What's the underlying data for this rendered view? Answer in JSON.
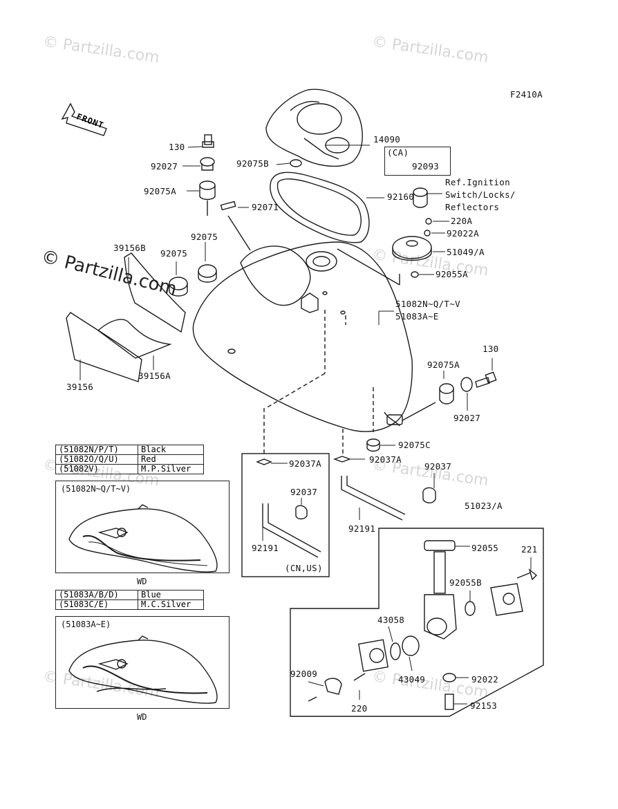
{
  "diagram_id": "F2410A",
  "front_label": "FRONT",
  "watermarks": {
    "faint": "© Partzilla.com",
    "bold": "© Partzilla.com"
  },
  "callouts": {
    "p14090": "14090",
    "p130_top": "130",
    "p92027_top": "92027",
    "p92075B": "92075B",
    "ca_label": "(CA)",
    "p92093": "92093",
    "p92075A_top": "92075A",
    "p92160": "92160",
    "ref_line1": "Ref.Ignition",
    "ref_line2": "Switch/Locks/",
    "ref_line3": "Reflectors",
    "p92071": "92071",
    "p220A": "220A",
    "p92022A": "92022A",
    "p39156B": "39156B",
    "p92075_a": "92075",
    "p92075_b": "92075",
    "p51049A": "51049/A",
    "p92055A": "92055A",
    "p51082": "51082N~Q/T~V",
    "p51083": "51083A~E",
    "p130_right": "130",
    "p92075A_right": "92075A",
    "p92027_right": "92027",
    "p39156": "39156",
    "p39156A": "39156A",
    "p92075C": "92075C",
    "p92037A_left": "92037A",
    "p92037A_right": "92037A",
    "p92037_left": "92037",
    "p92037_right": "92037",
    "p92191_left": "92191",
    "p92191_right": "92191",
    "cn_us": "(CN,US)",
    "p51023A": "51023/A",
    "p92055": "92055",
    "p221": "221",
    "p92055B": "92055B",
    "p43058": "43058",
    "p92009": "92009",
    "p43049": "43049",
    "p92022": "92022",
    "p220": "220",
    "p92153": "92153"
  },
  "color_table_1": [
    {
      "code": "(51082N/P/T)",
      "color": "Black"
    },
    {
      "code": "(51082O/Q/U)",
      "color": "Red"
    },
    {
      "code": "(51082V)",
      "color": "M.P.Silver"
    }
  ],
  "color_table_2": [
    {
      "code": "(51083A/B/D)",
      "color": "Blue"
    },
    {
      "code": "(51083C/E)",
      "color": "M.C.Silver"
    }
  ],
  "inset_1": {
    "title": "(51082N~Q/T~V)",
    "caption": "WD"
  },
  "inset_2": {
    "title": "(51083A~E)",
    "caption": "WD"
  }
}
